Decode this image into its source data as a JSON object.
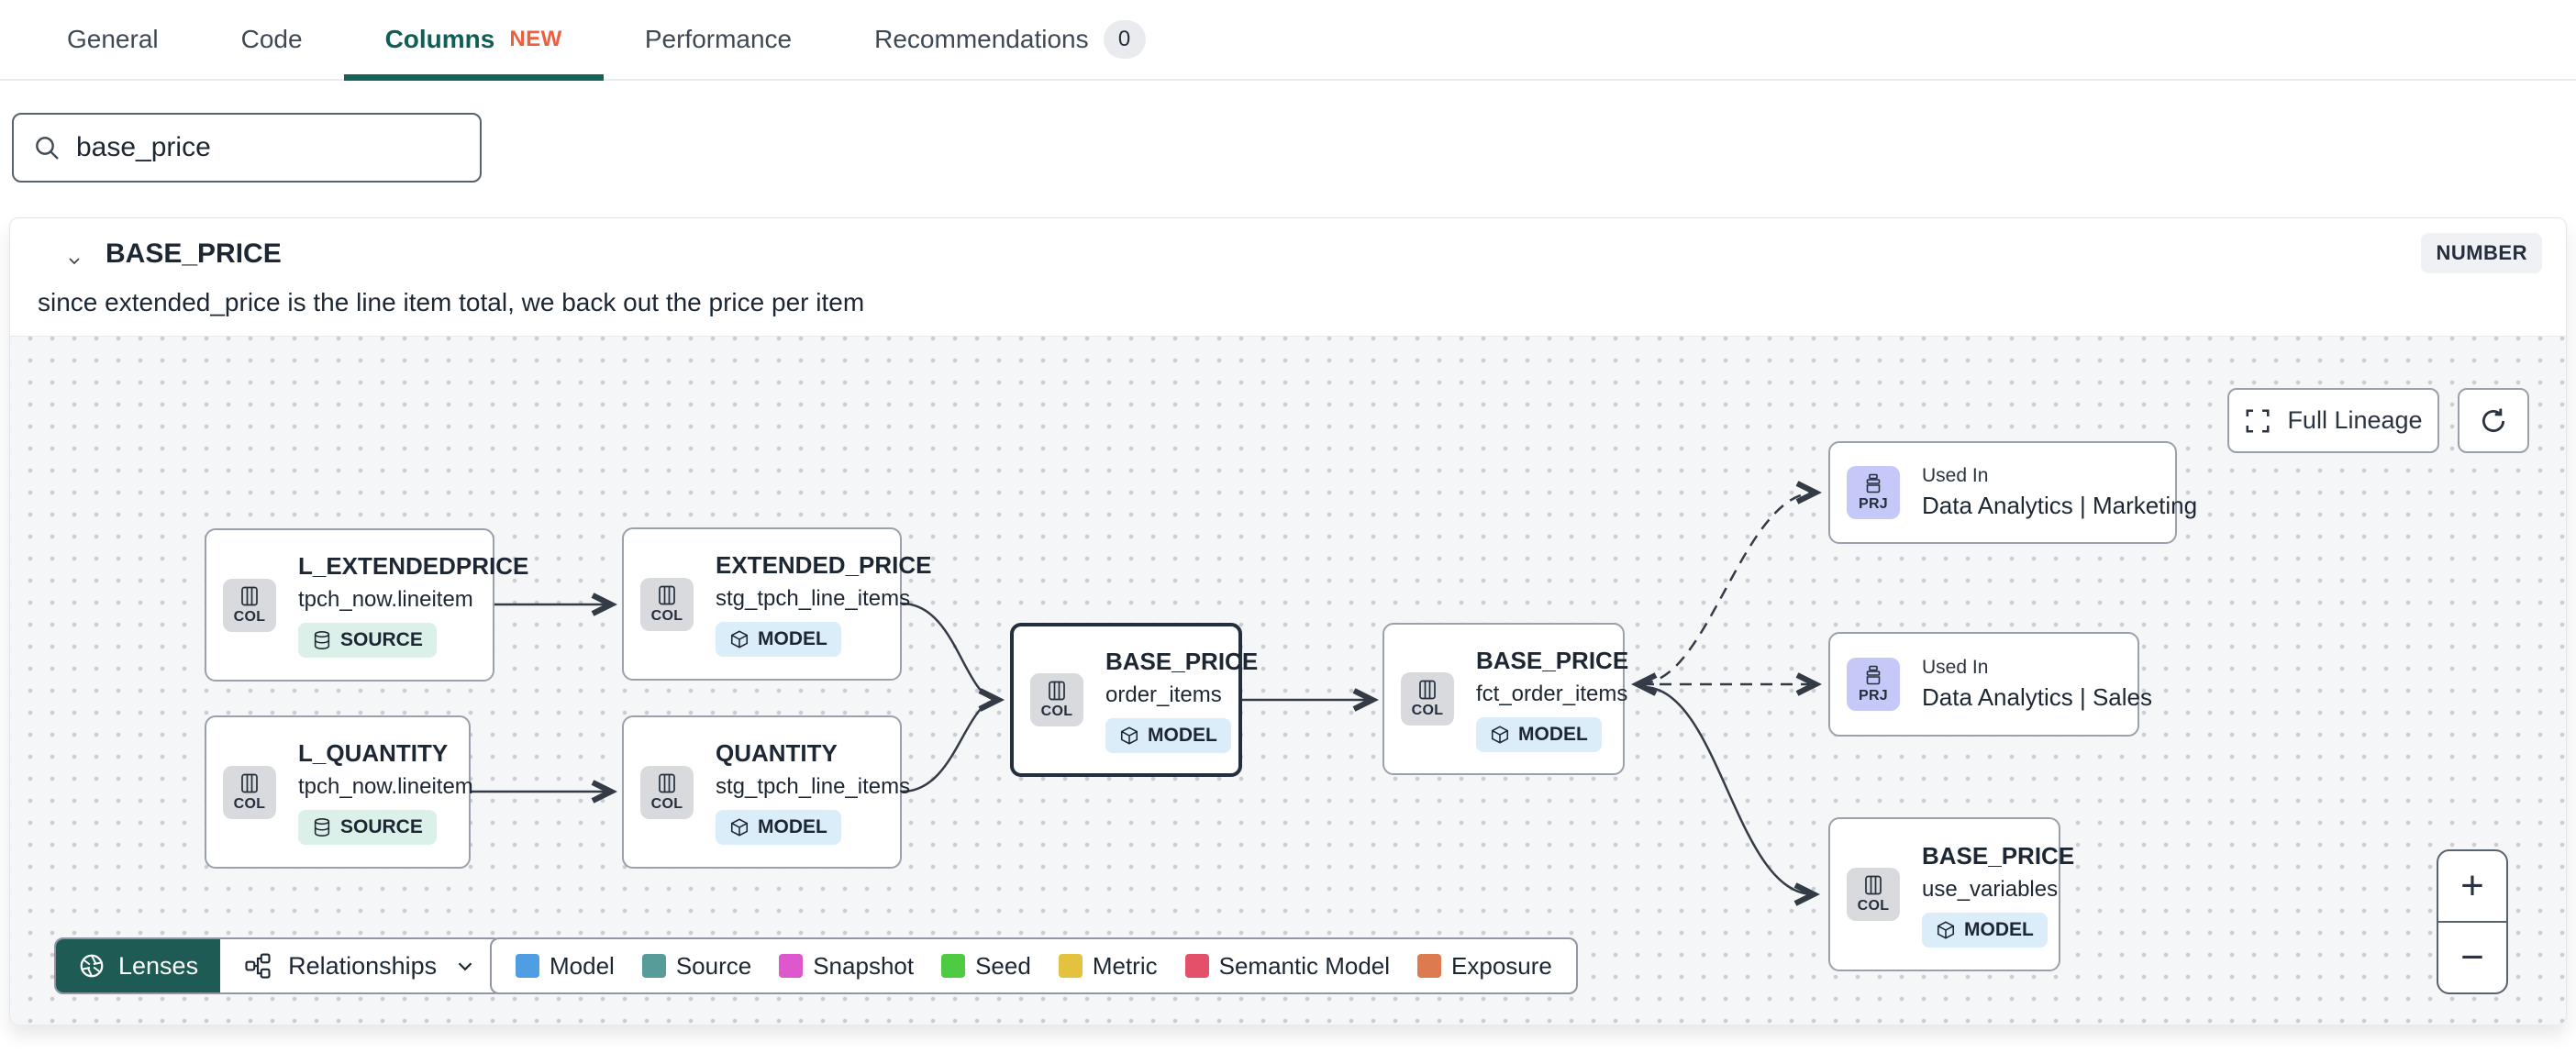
{
  "tabs": [
    {
      "label": "General"
    },
    {
      "label": "Code"
    },
    {
      "label": "Columns",
      "badge": "NEW"
    },
    {
      "label": "Performance"
    },
    {
      "label": "Recommendations",
      "count": "0"
    }
  ],
  "search": {
    "value": "base_price"
  },
  "column": {
    "name": "BASE_PRICE",
    "data_type": "NUMBER",
    "description": "since extended_price is the line item total, we back out the price per item"
  },
  "lineage": {
    "full_lineage_label": "Full Lineage",
    "lenses_label": "Lenses",
    "relationships_label": "Relationships",
    "zoom_in": "+",
    "zoom_out": "−",
    "nodes": [
      {
        "badge": "COL",
        "title": "L_EXTENDEDPRICE",
        "subtitle": "tpch_now.lineitem",
        "resource": "SOURCE"
      },
      {
        "badge": "COL",
        "title": "EXTENDED_PRICE",
        "subtitle": "stg_tpch_line_items",
        "resource": "MODEL"
      },
      {
        "badge": "COL",
        "title": "L_QUANTITY",
        "subtitle": "tpch_now.lineitem",
        "resource": "SOURCE"
      },
      {
        "badge": "COL",
        "title": "QUANTITY",
        "subtitle": "stg_tpch_line_items",
        "resource": "MODEL"
      },
      {
        "badge": "COL",
        "title": "BASE_PRICE",
        "subtitle": "order_items",
        "resource": "MODEL"
      },
      {
        "badge": "COL",
        "title": "BASE_PRICE",
        "subtitle": "fct_order_items",
        "resource": "MODEL"
      },
      {
        "badge": "PRJ",
        "label": "Used In",
        "title": "Data Analytics | Marketing"
      },
      {
        "badge": "PRJ",
        "label": "Used In",
        "title": "Data Analytics | Sales"
      },
      {
        "badge": "COL",
        "title": "BASE_PRICE",
        "subtitle": "use_variables",
        "resource": "MODEL"
      }
    ],
    "legend": [
      {
        "label": "Model",
        "color": "#4f9ee3"
      },
      {
        "label": "Source",
        "color": "#579c99"
      },
      {
        "label": "Snapshot",
        "color": "#df57cd"
      },
      {
        "label": "Seed",
        "color": "#4ecb43"
      },
      {
        "label": "Metric",
        "color": "#e4c23f"
      },
      {
        "label": "Semantic Model",
        "color": "#e4506a"
      },
      {
        "label": "Exposure",
        "color": "#dd7a4f"
      }
    ]
  },
  "colors": {
    "accent_teal": "#15635a",
    "new_badge_orange": "#ee5f40"
  }
}
